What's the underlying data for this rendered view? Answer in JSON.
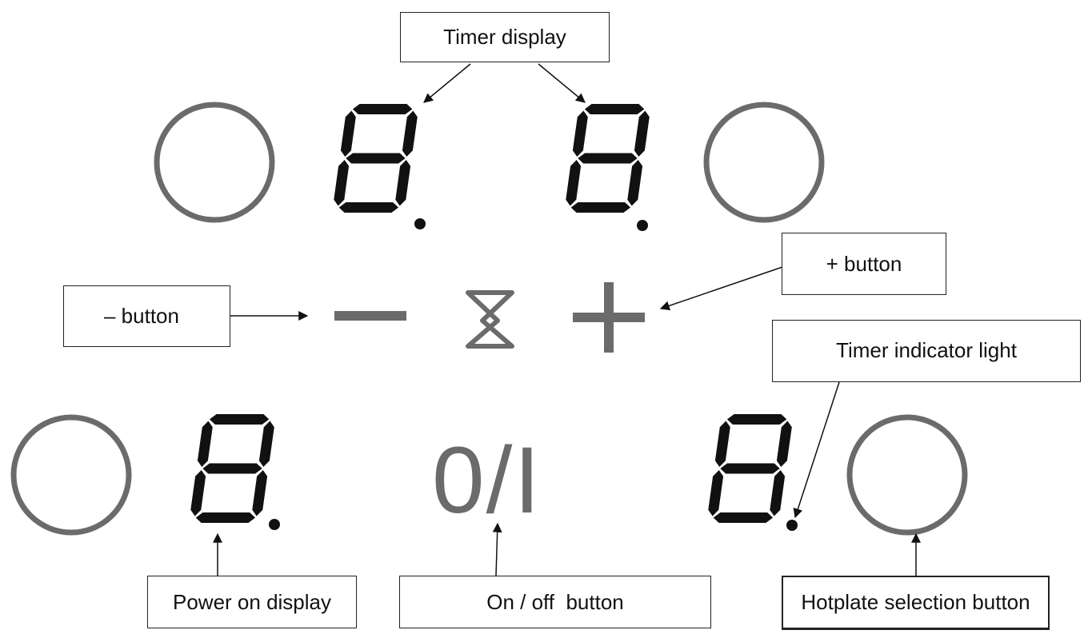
{
  "callouts": {
    "timer_display": "Timer display",
    "plus_button": "+ button",
    "minus_button": "– button",
    "timer_indicator_light": "Timer indicator light",
    "power_on_display": "Power on display",
    "on_off_button": "On / off  button",
    "hotplate_selection_button": "Hotplate selection button"
  },
  "panel": {
    "on_off_symbol": "0/I"
  },
  "colors": {
    "display_segment": "#111111",
    "control_symbol": "#6b6b6b",
    "outline": "#222222"
  }
}
